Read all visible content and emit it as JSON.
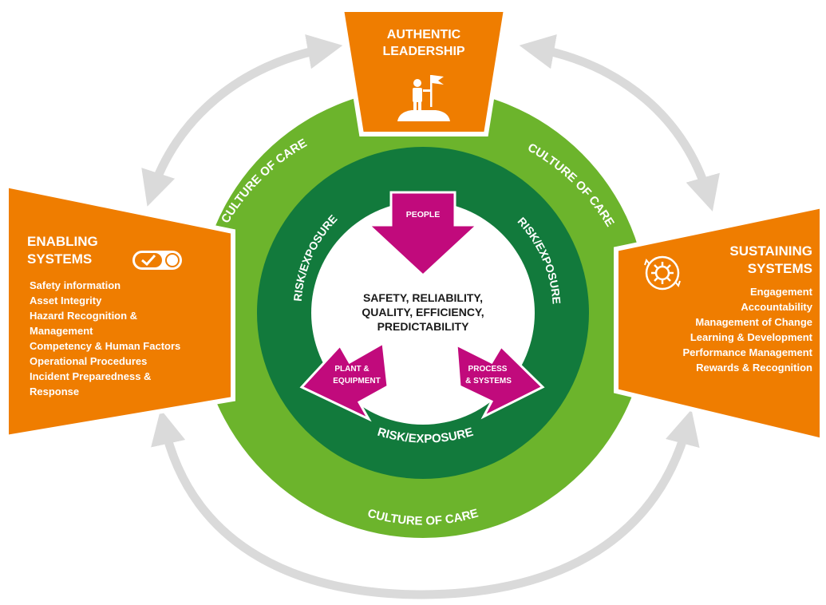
{
  "colors": {
    "orange": "#ef7d00",
    "light_green": "#6cb42c",
    "dark_green": "#127a3c",
    "magenta": "#c10a7c",
    "arrow_gray": "#dadada",
    "white": "#ffffff",
    "dark_text": "#1a1a1a"
  },
  "leadership": {
    "title_line1": "AUTHENTIC",
    "title_line2": "LEADERSHIP",
    "icon": "person-with-flag-icon"
  },
  "enabling": {
    "title_line1": "ENABLING",
    "title_line2": "SYSTEMS",
    "icon": "toggle-check-icon",
    "items": [
      "Safety information",
      "Asset Integrity",
      "Hazard Recognition &",
      "Management",
      "Competency & Human Factors",
      "Operational Procedures",
      "Incident Preparedness &",
      "Response"
    ]
  },
  "sustaining": {
    "title_line1": "SUSTAINING",
    "title_line2": "SYSTEMS",
    "icon": "gear-cycle-icon",
    "items": [
      "Engagement",
      "Accountability",
      "Management of Change",
      "Learning & Development",
      "Performance Management",
      "Rewards & Recognition"
    ]
  },
  "ring": {
    "culture_top_left": "CULTURE OF CARE",
    "culture_top_right": "CULTURE OF CARE",
    "culture_bottom": "CULTURE OF CARE",
    "risk_left": "RISK/EXPOSURE",
    "risk_right": "RISK/EXPOSURE",
    "risk_bottom": "RISK/EXPOSURE"
  },
  "center": {
    "line1": "SAFETY, RELIABILITY,",
    "line2": "QUALITY, EFFICIENCY,",
    "line3": "PREDICTABILITY"
  },
  "arrows": {
    "people": "PEOPLE",
    "plant_line1": "PLANT &",
    "plant_line2": "EQUIPMENT",
    "process_line1": "PROCESS",
    "process_line2": "& SYSTEMS"
  }
}
